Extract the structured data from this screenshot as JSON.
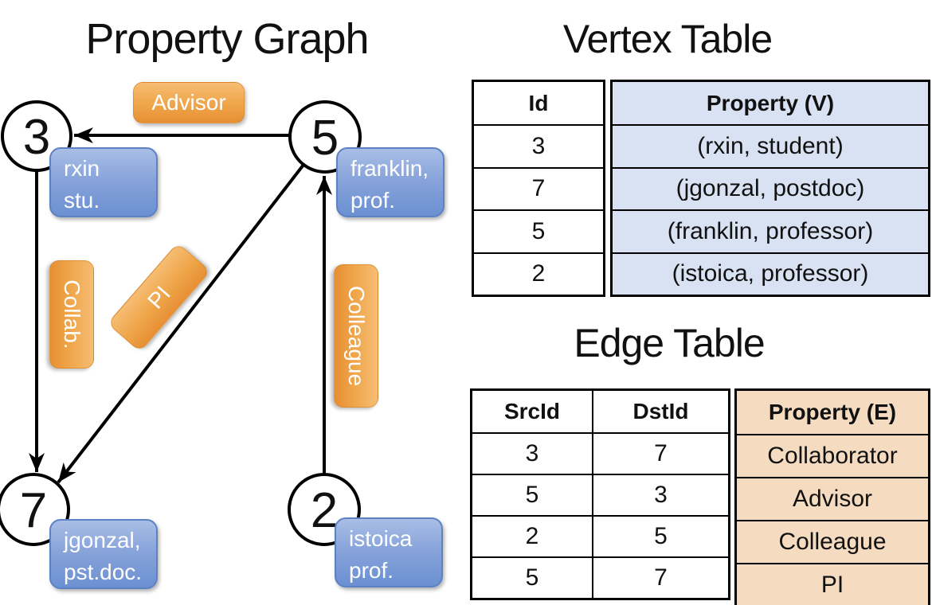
{
  "graph": {
    "title": "Property Graph",
    "nodes": [
      {
        "id": "3",
        "line1": "rxin",
        "line2": "stu."
      },
      {
        "id": "5",
        "line1": "franklin,",
        "line2": "prof."
      },
      {
        "id": "7",
        "line1": "jgonzal,",
        "line2": "pst.doc."
      },
      {
        "id": "2",
        "line1": "istoica",
        "line2": "prof."
      }
    ],
    "edge_labels": {
      "advisor": "Advisor",
      "collab": "Collab.",
      "pi": "PI",
      "colleague": "Colleague"
    }
  },
  "vertex_table": {
    "title": "Vertex Table",
    "columns": [
      "Id",
      "Property (V)"
    ],
    "rows": [
      [
        "3",
        "(rxin, student)"
      ],
      [
        "7",
        "(jgonzal, postdoc)"
      ],
      [
        "5",
        "(franklin, professor)"
      ],
      [
        "2",
        "(istoica, professor)"
      ]
    ]
  },
  "edge_table": {
    "title": "Edge Table",
    "columns": [
      "SrcId",
      "DstId",
      "Property (E)"
    ],
    "rows": [
      [
        "3",
        "7",
        "Collaborator"
      ],
      [
        "5",
        "3",
        "Advisor"
      ],
      [
        "2",
        "5",
        "Colleague"
      ],
      [
        "5",
        "7",
        "PI"
      ]
    ]
  },
  "colors": {
    "edge_label_orange": "#efa549",
    "vertex_box_blue": "#88a4da",
    "vertex_table_fill": "#d9e2f3",
    "edge_table_fill": "#f5dcc1",
    "line_black": "#000000"
  }
}
